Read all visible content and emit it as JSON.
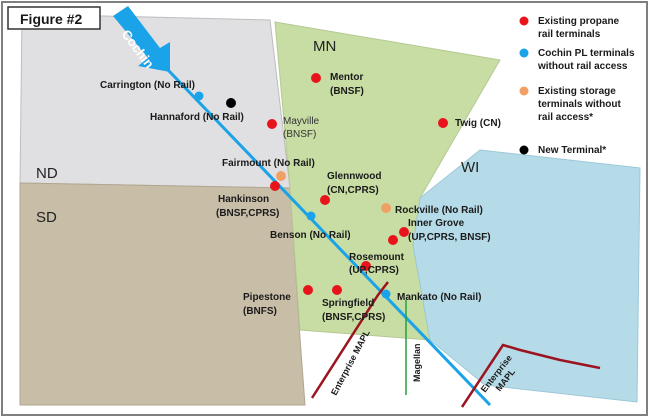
{
  "figure_label": "Figure #2",
  "pipeline_label": "Cochin",
  "states": {
    "nd": "ND",
    "sd": "SD",
    "mn": "MN",
    "wi": "WI"
  },
  "legend": [
    {
      "id": "propane",
      "color": "#e8141c",
      "lines": [
        "Existing propane",
        "rail terminals"
      ]
    },
    {
      "id": "cochin",
      "color": "#1aa3e8",
      "lines": [
        "Cochin PL terminals",
        "without rail access"
      ]
    },
    {
      "id": "storage",
      "color": "#f0a064",
      "lines": [
        "Existing storage",
        "terminals without",
        "rail access*"
      ]
    },
    {
      "id": "new",
      "color": "#000000",
      "lines": [
        "New Terminal*"
      ]
    }
  ],
  "terminals": [
    {
      "id": "carrington",
      "lines": [
        "Carrington (No Rail)"
      ],
      "type": "cochin"
    },
    {
      "id": "hannaford",
      "lines": [
        "Hannaford (No Rail)"
      ],
      "type": "new"
    },
    {
      "id": "mentor",
      "lines": [
        "Mentor",
        "(BNSF)"
      ],
      "type": "propane"
    },
    {
      "id": "mayville",
      "lines": [
        "Mayville",
        "(BNSF)"
      ],
      "type": "propane"
    },
    {
      "id": "twig",
      "lines": [
        "Twig (CN)"
      ],
      "type": "propane"
    },
    {
      "id": "fairmount",
      "lines": [
        "Fairmount (No Rail)"
      ],
      "type": "storage"
    },
    {
      "id": "glenwood",
      "lines": [
        "Glennwood",
        "(CN,CPRS)"
      ],
      "type": "propane"
    },
    {
      "id": "hankinson",
      "lines": [
        "Hankinson",
        "(BNSF,CPRS)"
      ],
      "type": "propane"
    },
    {
      "id": "benson",
      "lines": [
        "Benson (No Rail)"
      ],
      "type": "cochin"
    },
    {
      "id": "rockville",
      "lines": [
        "Rockville (No Rail)"
      ],
      "type": "storage"
    },
    {
      "id": "innergrove",
      "lines": [
        "Inner Grove",
        "(UP,CPRS, BNSF)"
      ],
      "type": "propane"
    },
    {
      "id": "rosemount",
      "lines": [
        "Rosemount",
        "(UP,CPRS)"
      ],
      "type": "propane"
    },
    {
      "id": "pipestone",
      "lines": [
        "Pipestone",
        "(BNFS)"
      ],
      "type": "propane"
    },
    {
      "id": "springfield",
      "lines": [
        "Springfield",
        "(BNSF,CPRS)"
      ],
      "type": "propane"
    },
    {
      "id": "mankato",
      "lines": [
        "Mankato (No Rail)"
      ],
      "type": "cochin"
    }
  ],
  "pipelines": {
    "enterprise_mapl_1": "Enterprise MAPL",
    "magellan": "Magellan",
    "enterprise_mapl_2": [
      "Enterprise",
      "MAPL"
    ]
  }
}
